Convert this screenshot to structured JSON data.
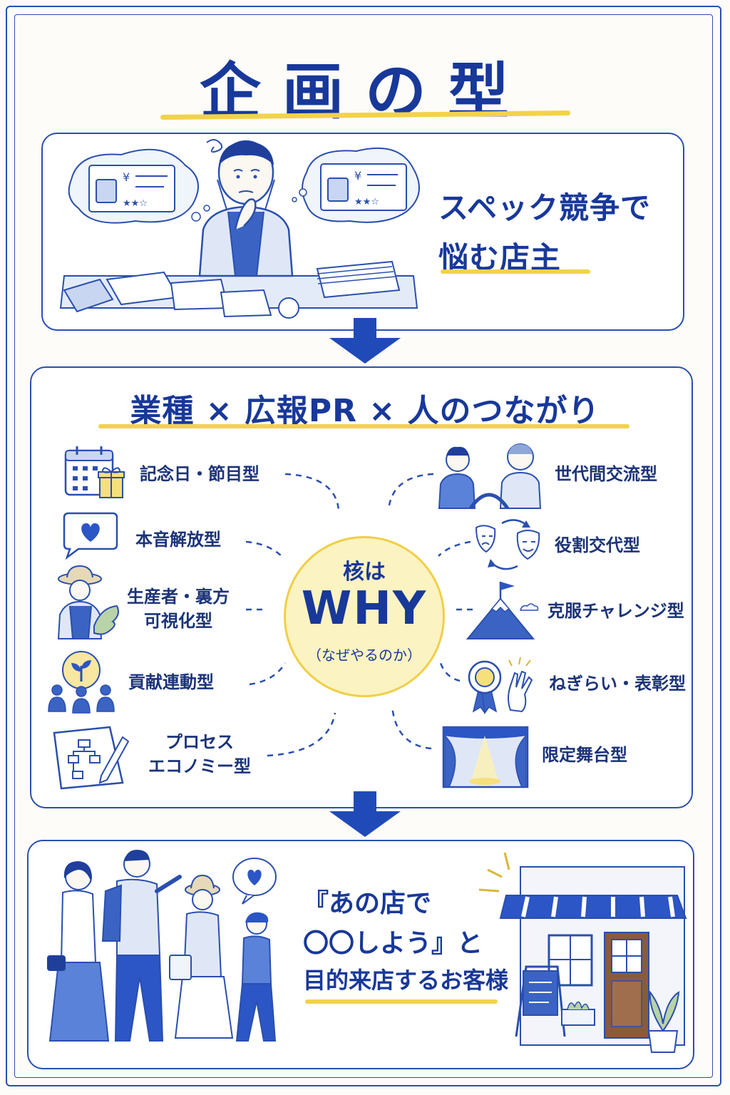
{
  "title": "企画の型",
  "top_panel": {
    "line1": "スペック競争で",
    "line2": "悩む店主",
    "bubble_price_symbol": "¥"
  },
  "middle_panel": {
    "heading": "業種 × 広報PR × 人のつながり",
    "core": {
      "line1": "核は",
      "line2": "WHY",
      "line3": "（なぜやるのか）"
    },
    "left_items": [
      {
        "label": "記念日・節目型",
        "icon": "calendar-gift-icon"
      },
      {
        "label": "本音解放型",
        "icon": "heart-speech-bubble-icon"
      },
      {
        "label_line1": "生産者・裏方",
        "label_line2": "可視化型",
        "icon": "farmer-icon"
      },
      {
        "label": "貢献連動型",
        "icon": "sprout-community-icon"
      },
      {
        "label_line1": "プロセス",
        "label_line2": "エコノミー型",
        "icon": "flowchart-pencil-icon"
      }
    ],
    "right_items": [
      {
        "label": "世代間交流型",
        "icon": "generations-bridge-icon"
      },
      {
        "label": "役割交代型",
        "icon": "theater-masks-icon"
      },
      {
        "label": "克服チャレンジ型",
        "icon": "mountain-flag-icon"
      },
      {
        "label": "ねぎらい・表彰型",
        "icon": "medal-applause-icon"
      },
      {
        "label": "限定舞台型",
        "icon": "stage-curtain-icon"
      }
    ]
  },
  "bottom_panel": {
    "line1": "『あの店で",
    "line2": "〇〇しよう』と",
    "line3": "目的来店するお客様"
  },
  "colors": {
    "accent_blue": "#18389a",
    "highlight_yellow": "#f2d24a",
    "core_fill": "#fcf3c2"
  }
}
